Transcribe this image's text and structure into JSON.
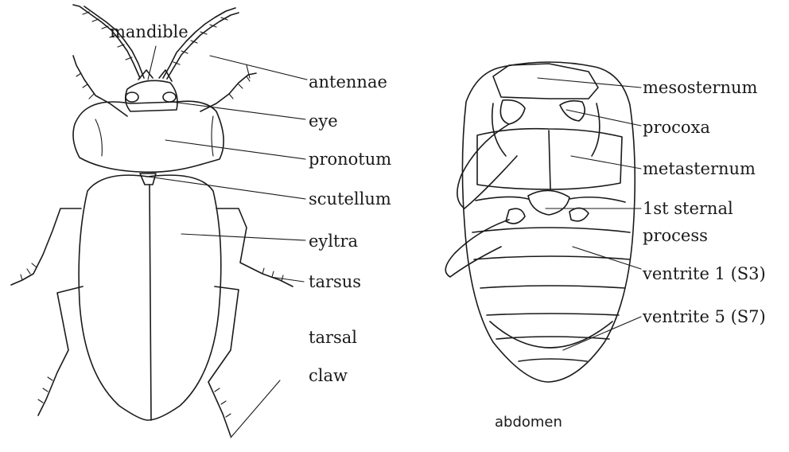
{
  "beetle": {
    "labels": {
      "mandible": "mandible",
      "antennae": "antennae",
      "eye": "eye",
      "pronotum": "pronotum",
      "scutellum": "scutellum",
      "eyltra": "eyltra",
      "tarsus": "tarsus",
      "tarsal": "tarsal",
      "claw": "claw"
    }
  },
  "abdomen_view": {
    "caption": "abdomen",
    "labels": {
      "mesosternum": "mesosternum",
      "procoxa": "procoxa",
      "metasternum": "metasternum",
      "sternal_1": "1st sternal",
      "sternal_2": "process",
      "ventrite1": "ventrite 1 (S3)",
      "ventrite5": "ventrite 5 (S7)"
    }
  }
}
